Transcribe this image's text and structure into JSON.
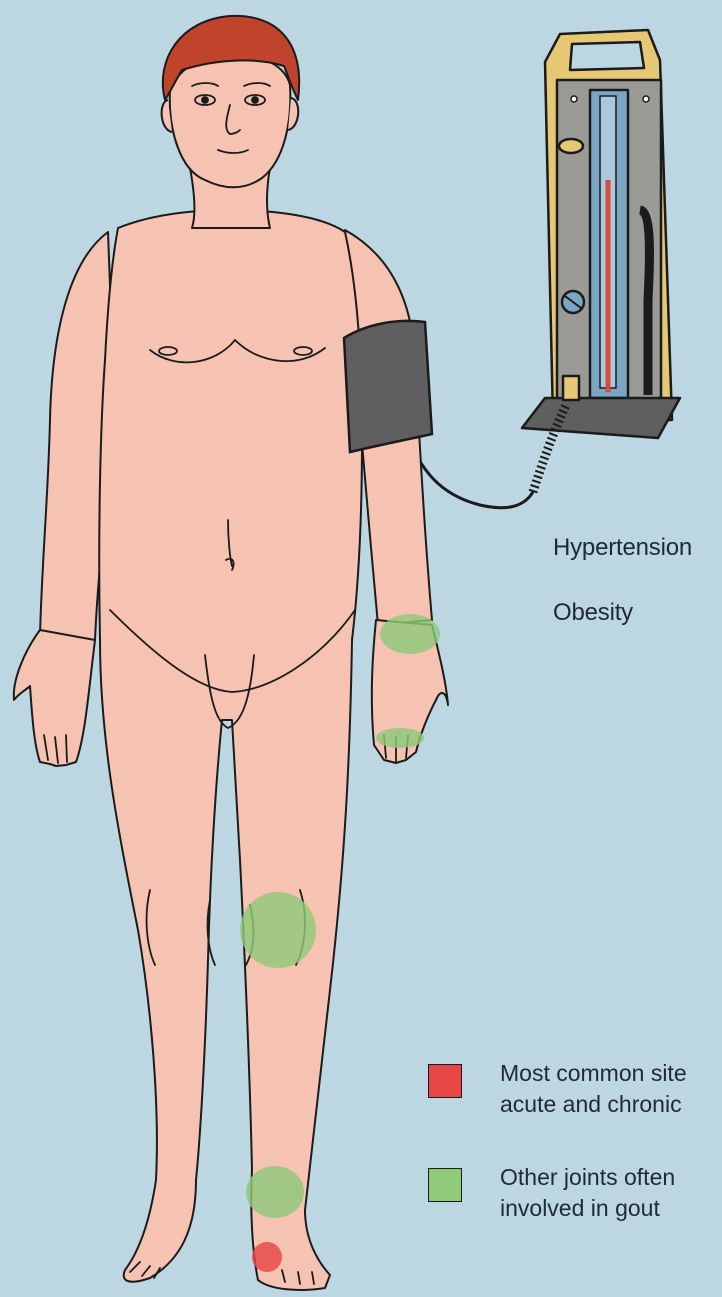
{
  "labels": {
    "hypertension": "Hypertension",
    "obesity": "Obesity"
  },
  "legend": [
    {
      "color": "#e84747",
      "line1": "Most common site",
      "line2": "acute and chronic"
    },
    {
      "color": "#8fc97a",
      "line1": "Other joints often",
      "line2": "involved in gout"
    }
  ],
  "colors": {
    "background": "#bcd6e2",
    "skin": "#f6c3b3",
    "hair": "#c0442c",
    "cuff": "#5f5f5f",
    "device_frame": "#e6c774",
    "mercury": "#d84a3a",
    "site_red": "#e84747",
    "site_green": "#8fc97a"
  }
}
